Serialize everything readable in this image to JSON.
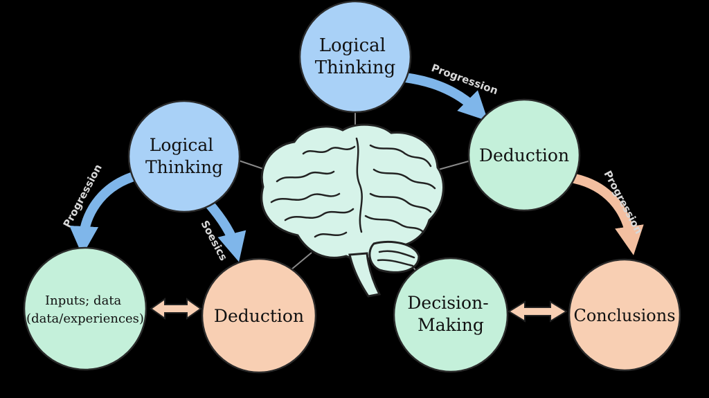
{
  "nodes": {
    "top": {
      "lines": [
        "Logical",
        "Thinking"
      ],
      "fill": "#a9d1f7"
    },
    "left": {
      "lines": [
        "Logical",
        "Thinking"
      ],
      "fill": "#a9d1f7"
    },
    "right_deduction": {
      "lines": [
        "Deduction"
      ],
      "fill": "#c4f0da"
    },
    "inputs": {
      "lines": [
        "Inputs; data",
        "(data/experiences)"
      ],
      "fill": "#c4f0da"
    },
    "left_deduction": {
      "lines": [
        "Deduction"
      ],
      "fill": "#f8cfb3"
    },
    "decision": {
      "lines": [
        "Decision-",
        "Making"
      ],
      "fill": "#c4f0da"
    },
    "conclusions": {
      "lines": [
        "Conclusions"
      ],
      "fill": "#f8cfb3"
    }
  },
  "arrows": {
    "top_to_right": "Progression",
    "right_to_conclusions": "Progression",
    "left_to_inputs": "Progression",
    "left_to_deduction": "Soesics"
  },
  "colors": {
    "blue": "#a9d1f7",
    "green": "#c4f0da",
    "peach": "#f8cfb3",
    "brain": "#d6f3e9"
  }
}
